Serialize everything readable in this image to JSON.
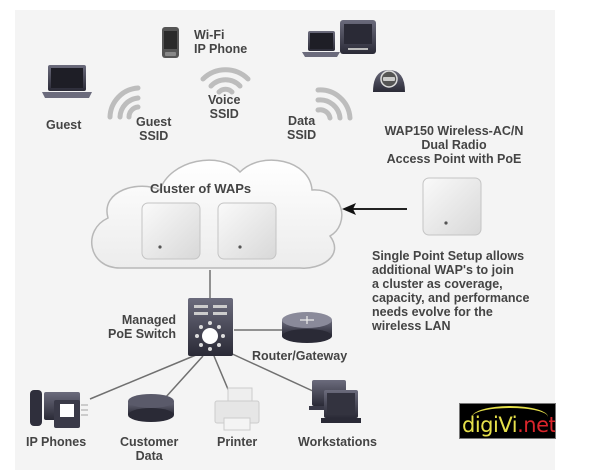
{
  "diagram": {
    "title": "Cluster of WAPs",
    "devices": {
      "wifi_phone": {
        "line1": "Wi-Fi",
        "line2": "IP Phone"
      },
      "guest": {
        "label": "Guest"
      },
      "guest_ssid": {
        "line1": "Guest",
        "line2": "SSID"
      },
      "voice_ssid": {
        "line1": "Voice",
        "line2": "SSID"
      },
      "data_ssid": {
        "line1": "Data",
        "line2": "SSID"
      },
      "switch": {
        "line1": "Managed",
        "line2": "PoE Switch"
      },
      "router": {
        "label": "Router/Gateway"
      },
      "ip_phones": {
        "label": "IP Phones"
      },
      "customer_data": {
        "line1": "Customer",
        "line2": "Data"
      },
      "printer": {
        "label": "Printer"
      },
      "workstations": {
        "label": "Workstations"
      }
    },
    "wap_callout": {
      "line1": "WAP150 Wireless-AC/N",
      "line2": "Dual Radio",
      "line3": "Access Point with PoE"
    },
    "description": [
      "Single Point Setup allows",
      "additional WAP's to join",
      "a cluster as coverage,",
      "capacity, and performance",
      "needs evolve for the",
      "wireless LAN"
    ],
    "logo": {
      "part1": "digi",
      "part2": "V",
      "part3": "i",
      "part4": ".net"
    },
    "colors": {
      "panel": "#f4f4f4",
      "device_dark": "#3c3c4c",
      "line": "#707070",
      "logo_yellow": "#e6e04a",
      "logo_red": "#d9252b"
    }
  }
}
